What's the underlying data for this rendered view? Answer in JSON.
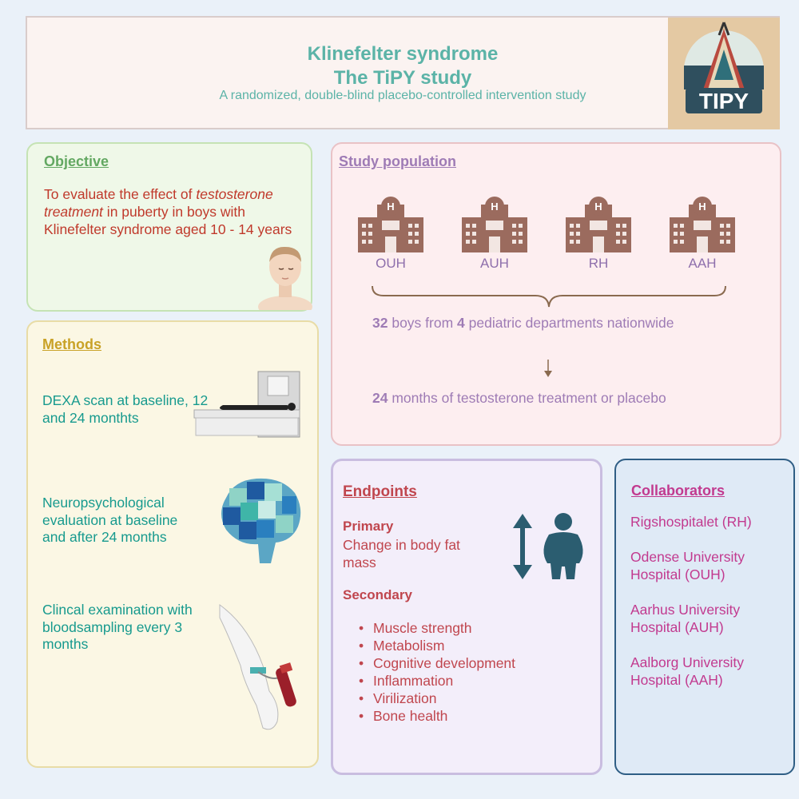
{
  "header": {
    "title_line1": "Klinefelter syndrome",
    "title_line2": "The TiPY study",
    "subtitle": "A randomized, double-blind placebo-controlled intervention study",
    "logo_text": "TIPY"
  },
  "objective": {
    "heading": "Objective",
    "text_before": "To evaluate the effect of ",
    "text_italic": "testosterone treatment",
    "text_after": " in puberty in boys with Klinefelter syndrome aged 10 - 14 years"
  },
  "methods": {
    "heading": "Methods",
    "items": [
      {
        "text": "DEXA scan at baseline, 12 and  24 monthts",
        "icon": "dexa-scanner-icon"
      },
      {
        "text": "Neuropsychological evaluation at baseline and after 24 months",
        "icon": "brain-puzzle-icon"
      },
      {
        "text": "Clincal examination with bloodsampling every 3 months",
        "icon": "blood-sampling-arm-icon"
      }
    ]
  },
  "population": {
    "heading": "Study population ",
    "hospitals": [
      "OUH",
      "AUH",
      "RH",
      "AAH"
    ],
    "boys_count": "32",
    "boys_text_mid": " boys from ",
    "dept_count": "4",
    "dept_text": " pediatric departments nationwide",
    "months": "24",
    "months_text": " months of testosterone treatment or placebo"
  },
  "endpoints": {
    "heading": "Endpoints",
    "primary_label": "Primary",
    "primary_text": "Change in body fat mass",
    "secondary_label": "Secondary",
    "secondary_items": [
      "Muscle strength",
      "Metabolism",
      "Cognitive development",
      "Inflammation",
      "Virilization",
      "Bone health"
    ]
  },
  "collaborators": {
    "heading": "Collaborators",
    "items": [
      "Rigshospitalet (RH)",
      "Odense University Hospital (OUH)",
      "Aarhus University Hospital (AUH)",
      "Aalborg University Hospital (AAH)"
    ]
  },
  "colors": {
    "header_teal": "#5bb3a7",
    "objective_red": "#c0392b",
    "methods_teal": "#179a8e",
    "population_purple": "#9e7bb5",
    "endpoints_red": "#c0464e",
    "collab_magenta": "#c23a8f",
    "hospital_brown": "#9b6b5e"
  }
}
